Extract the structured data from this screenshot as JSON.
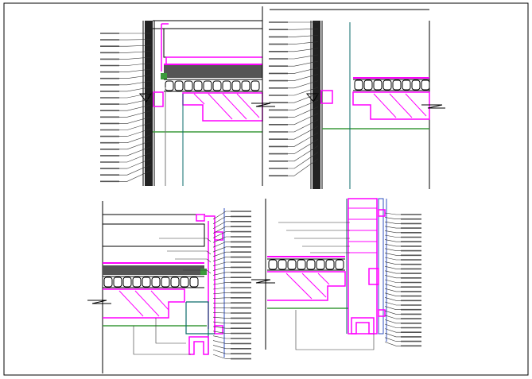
{
  "drawing": {
    "description_visible_text": [],
    "colors": {
      "background": "#ffffff",
      "line": "#000000",
      "leader": "#333333",
      "label_bar": "#555555",
      "magenta": "#ff00ff",
      "green": "#3c9a3c",
      "teal": "#0b6b6b",
      "blue": "#3050c0",
      "gray": "#777777"
    },
    "details": [
      {
        "id": "top-left",
        "label_count": 24
      },
      {
        "id": "top-right",
        "label_count": 22
      },
      {
        "id": "bottom-left",
        "label_count": 30
      },
      {
        "id": "bottom-right",
        "label_count": 30
      }
    ]
  }
}
